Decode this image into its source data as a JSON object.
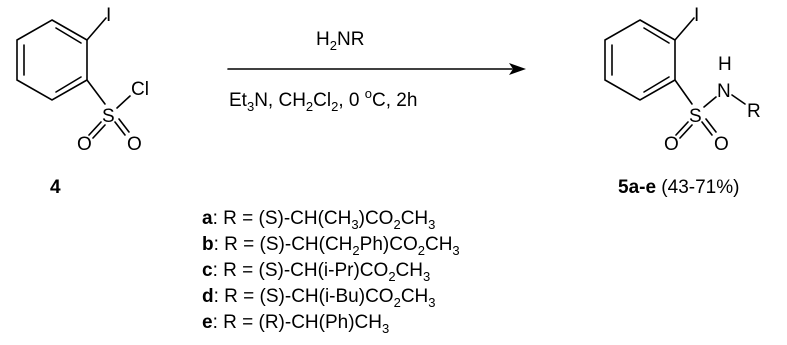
{
  "reactant": {
    "compound_number": "4",
    "atoms": {
      "iodine": "I",
      "sulfur": "S",
      "chlorine": "Cl",
      "oxygen_1": "O",
      "oxygen_2": "O"
    }
  },
  "conditions": {
    "reagent": {
      "main": "H",
      "sub": "2",
      "tail": "NR"
    },
    "base_and_solvent": {
      "p1": "Et",
      "p1_sub": "3",
      "p2": "N, CH",
      "p2_sub": "2",
      "p3": "Cl",
      "p3_sub": "2",
      "p4": ", 0 ",
      "deg": "o",
      "p5": "C, 2h"
    }
  },
  "product": {
    "compound_label": "5a-e",
    "yield": " (43-71%)",
    "atoms": {
      "iodine": "I",
      "sulfur": "S",
      "nitrogen": "N",
      "hydrogen": "H",
      "r_group": "R",
      "oxygen_1": "O",
      "oxygen_2": "O"
    }
  },
  "substituents": [
    {
      "letter": "a",
      "parts": [
        ": R = (S)-CH(CH",
        "3",
        ")CO",
        "2",
        "CH",
        "3"
      ]
    },
    {
      "letter": "b",
      "parts": [
        ": R = (S)-CH(CH",
        "2",
        "Ph)CO",
        "2",
        "CH",
        "3"
      ]
    },
    {
      "letter": "c",
      "parts": [
        ": R = (S)-CH(i-Pr)CO",
        "2",
        "CH",
        "3"
      ]
    },
    {
      "letter": "d",
      "parts": [
        ": R = (S)-CH(i-Bu)CO",
        "2",
        "CH",
        "3"
      ]
    },
    {
      "letter": "e",
      "parts": [
        ": R = (R)-CH(Ph)CH",
        "3"
      ]
    }
  ]
}
